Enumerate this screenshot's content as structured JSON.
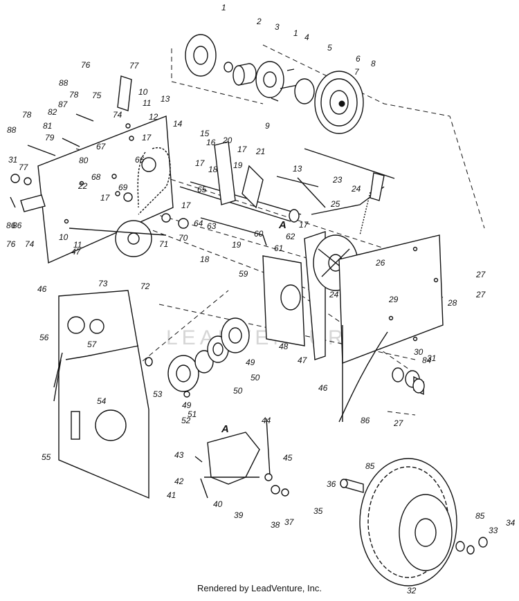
{
  "diagram": {
    "callouts": [
      "1",
      "2",
      "3",
      "1",
      "4",
      "5",
      "6",
      "7",
      "8",
      "9",
      "10",
      "11",
      "12",
      "13",
      "14",
      "15",
      "16",
      "17",
      "17",
      "17",
      "17",
      "17",
      "17",
      "18",
      "18",
      "19",
      "19",
      "20",
      "21",
      "22",
      "23",
      "24",
      "24",
      "25",
      "26",
      "27",
      "27",
      "27",
      "28",
      "29",
      "30",
      "31",
      "31",
      "32",
      "33",
      "34",
      "35",
      "36",
      "37",
      "38",
      "39",
      "40",
      "41",
      "42",
      "43",
      "44",
      "45",
      "46",
      "46",
      "47",
      "47",
      "48",
      "49",
      "49",
      "50",
      "50",
      "51",
      "52",
      "53",
      "54",
      "55",
      "56",
      "57",
      "59",
      "60",
      "61",
      "62",
      "63",
      "64",
      "65",
      "66",
      "67",
      "68",
      "69",
      "70",
      "71",
      "72",
      "73",
      "74",
      "74",
      "75",
      "76",
      "76",
      "77",
      "77",
      "78",
      "78",
      "79",
      "80",
      "81",
      "82",
      "84",
      "85",
      "85",
      "86",
      "86",
      "86",
      "87",
      "88",
      "88",
      "10",
      "11",
      "13",
      "A",
      "A"
    ],
    "watermark": "LEADVENTURE"
  },
  "footer": {
    "credit": "Rendered by LeadVenture, Inc."
  }
}
